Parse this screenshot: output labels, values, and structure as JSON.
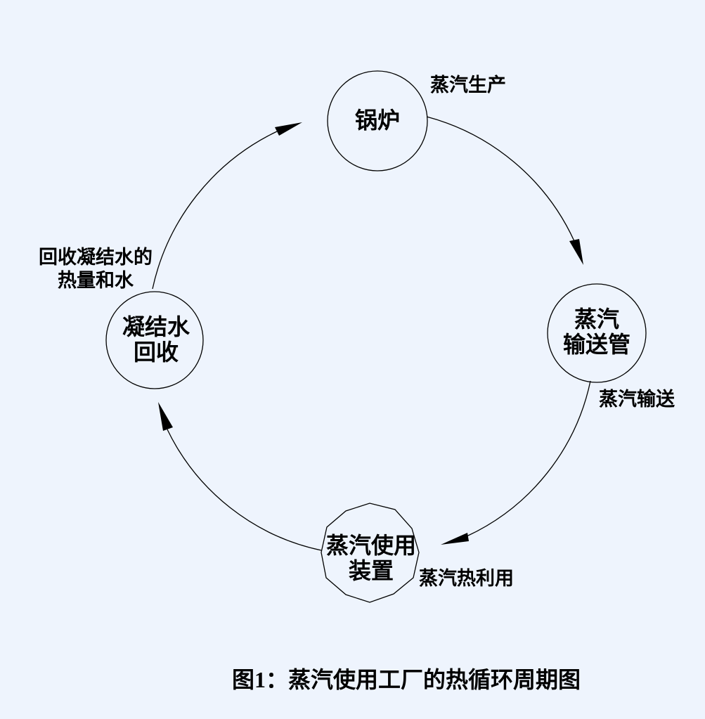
{
  "colors": {
    "background": "#eef4fd",
    "ink": "#000000"
  },
  "nodes": {
    "boiler": {
      "line1": "锅炉"
    },
    "steam_pipe": {
      "line1": "蒸汽",
      "line2": "输送管"
    },
    "steam_device": {
      "line1": "蒸汽使用",
      "line2": "装置"
    },
    "condensate": {
      "line1": "凝结水",
      "line2": "回收"
    }
  },
  "process_labels": {
    "production": "蒸汽生产",
    "delivery": "蒸汽输送",
    "heat_use": "蒸汽热利用",
    "recovery_line1": "回收凝结水的",
    "recovery_line2": "热量和水"
  },
  "caption": "图1：蒸汽使用工厂的热循环周期图"
}
